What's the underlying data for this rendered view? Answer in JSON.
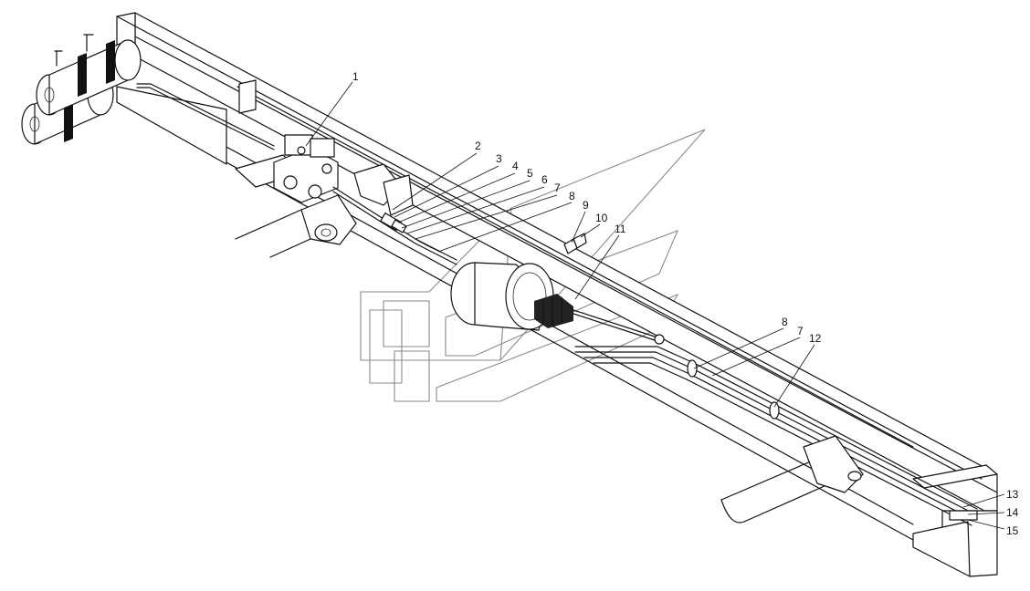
{
  "diagram": {
    "callouts": [
      {
        "id": "c1",
        "label": "1"
      },
      {
        "id": "c2",
        "label": "2"
      },
      {
        "id": "c3",
        "label": "3"
      },
      {
        "id": "c4",
        "label": "4"
      },
      {
        "id": "c5",
        "label": "5"
      },
      {
        "id": "c6",
        "label": "6"
      },
      {
        "id": "c7a",
        "label": "7"
      },
      {
        "id": "c8a",
        "label": "8"
      },
      {
        "id": "c9",
        "label": "9"
      },
      {
        "id": "c10",
        "label": "10"
      },
      {
        "id": "c11",
        "label": "11"
      },
      {
        "id": "c8b",
        "label": "8"
      },
      {
        "id": "c7b",
        "label": "7"
      },
      {
        "id": "c12",
        "label": "12"
      },
      {
        "id": "c13",
        "label": "13"
      },
      {
        "id": "c14",
        "label": "14"
      },
      {
        "id": "c15",
        "label": "15"
      }
    ]
  }
}
